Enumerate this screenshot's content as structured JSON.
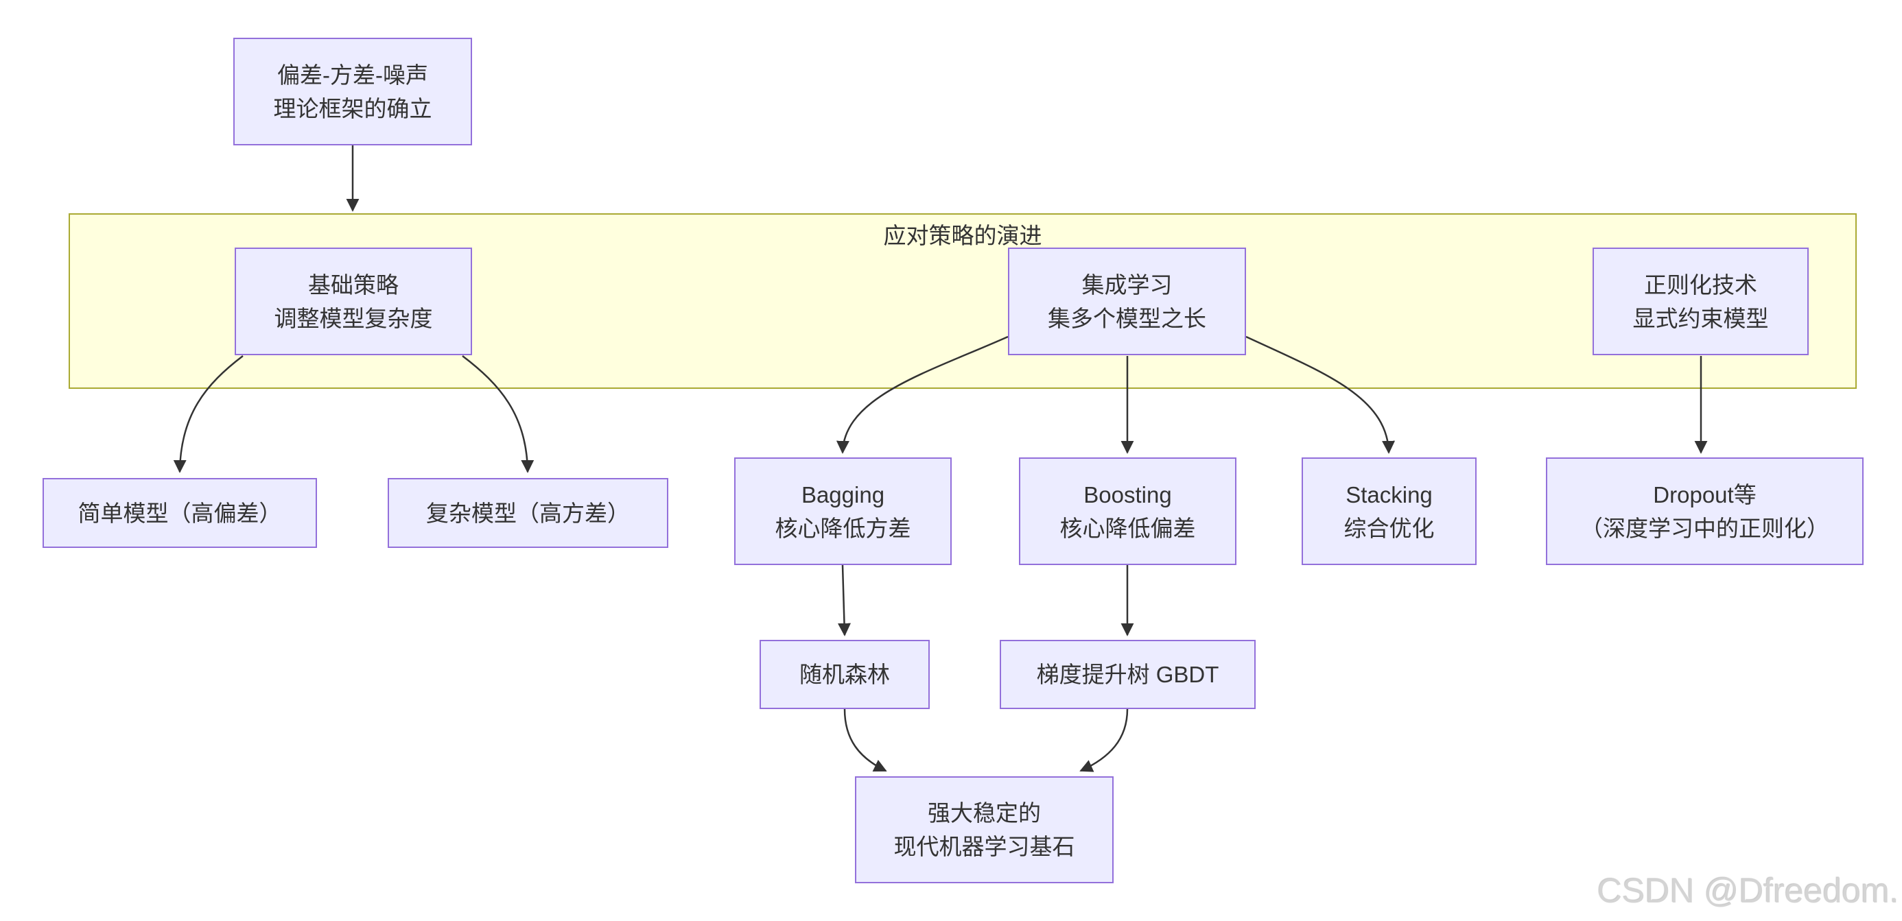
{
  "colors": {
    "page_bg": "#FFFFFF",
    "node_fill": "#ECECFF",
    "node_border": "#9370DB",
    "cluster_fill": "#FFFFDE",
    "cluster_border": "#AAAA33",
    "edge_color": "#333333",
    "text_color": "#333333",
    "watermark_color": "#D4D4D4"
  },
  "cluster": {
    "title": "应对策略的演进"
  },
  "nodes": {
    "root": {
      "line1": "偏差-方差-噪声",
      "line2": "理论框架的确立"
    },
    "basic": {
      "line1": "基础策略",
      "line2": "调整模型复杂度"
    },
    "ensemble": {
      "line1": "集成学习",
      "line2": "集多个模型之长"
    },
    "regularization": {
      "line1": "正则化技术",
      "line2": "显式约束模型"
    },
    "simple_model": {
      "line1": "简单模型（高偏差）"
    },
    "complex_model": {
      "line1": "复杂模型（高方差）"
    },
    "bagging": {
      "line1": "Bagging",
      "line2": "核心降低方差"
    },
    "boosting": {
      "line1": "Boosting",
      "line2": "核心降低偏差"
    },
    "stacking": {
      "line1": "Stacking",
      "line2": "综合优化"
    },
    "dropout": {
      "line1": "Dropout等",
      "line2": "（深度学习中的正则化）"
    },
    "random_forest": {
      "line1": "随机森林"
    },
    "gbdt": {
      "line1": "梯度提升树 GBDT"
    },
    "foundation": {
      "line1": "强大稳定的",
      "line2": "现代机器学习基石"
    }
  },
  "edges": [
    {
      "from": "root",
      "to": "basic"
    },
    {
      "from": "basic",
      "to": "simple_model"
    },
    {
      "from": "basic",
      "to": "complex_model"
    },
    {
      "from": "ensemble",
      "to": "bagging"
    },
    {
      "from": "ensemble",
      "to": "boosting"
    },
    {
      "from": "ensemble",
      "to": "stacking"
    },
    {
      "from": "regularization",
      "to": "dropout"
    },
    {
      "from": "bagging",
      "to": "random_forest"
    },
    {
      "from": "boosting",
      "to": "gbdt"
    },
    {
      "from": "random_forest",
      "to": "foundation"
    },
    {
      "from": "gbdt",
      "to": "foundation"
    }
  ],
  "watermark": "CSDN @Dfreedom."
}
